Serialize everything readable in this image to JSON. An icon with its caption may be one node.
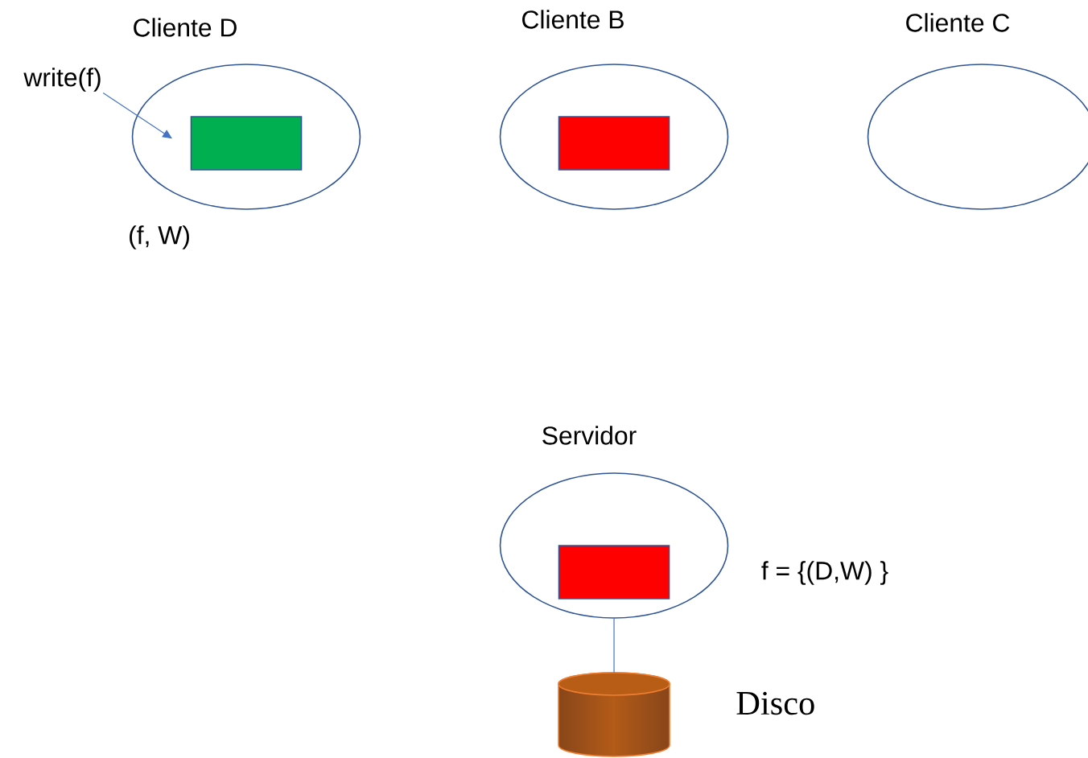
{
  "diagram": {
    "nodes": [
      {
        "text": [
          "Cliente D"
        ],
        "beside": [
          "(f, W)"
        ]
      },
      {
        "text": [],
        "shape": "box",
        "in": 0
      },
      {
        "text": [
          "write(f)"
        ]
      },
      {
        "text": [
          "Cliente B"
        ]
      },
      {
        "text": [],
        "shape": "box",
        "in": 3
      },
      {
        "text": [
          "Cliente C"
        ]
      },
      {
        "text": [
          "Servidor"
        ],
        "beside": [
          "f = {(D,W)  }"
        ]
      },
      {
        "text": [],
        "shape": "box",
        "in": 6
      },
      {
        "text": [
          "Disco"
        ]
      }
    ],
    "edges": [
      {
        "from": 2,
        "to": 1,
        "arrow": "to"
      },
      {
        "from": 6,
        "to": 8,
        "arrow": "none"
      }
    ]
  }
}
